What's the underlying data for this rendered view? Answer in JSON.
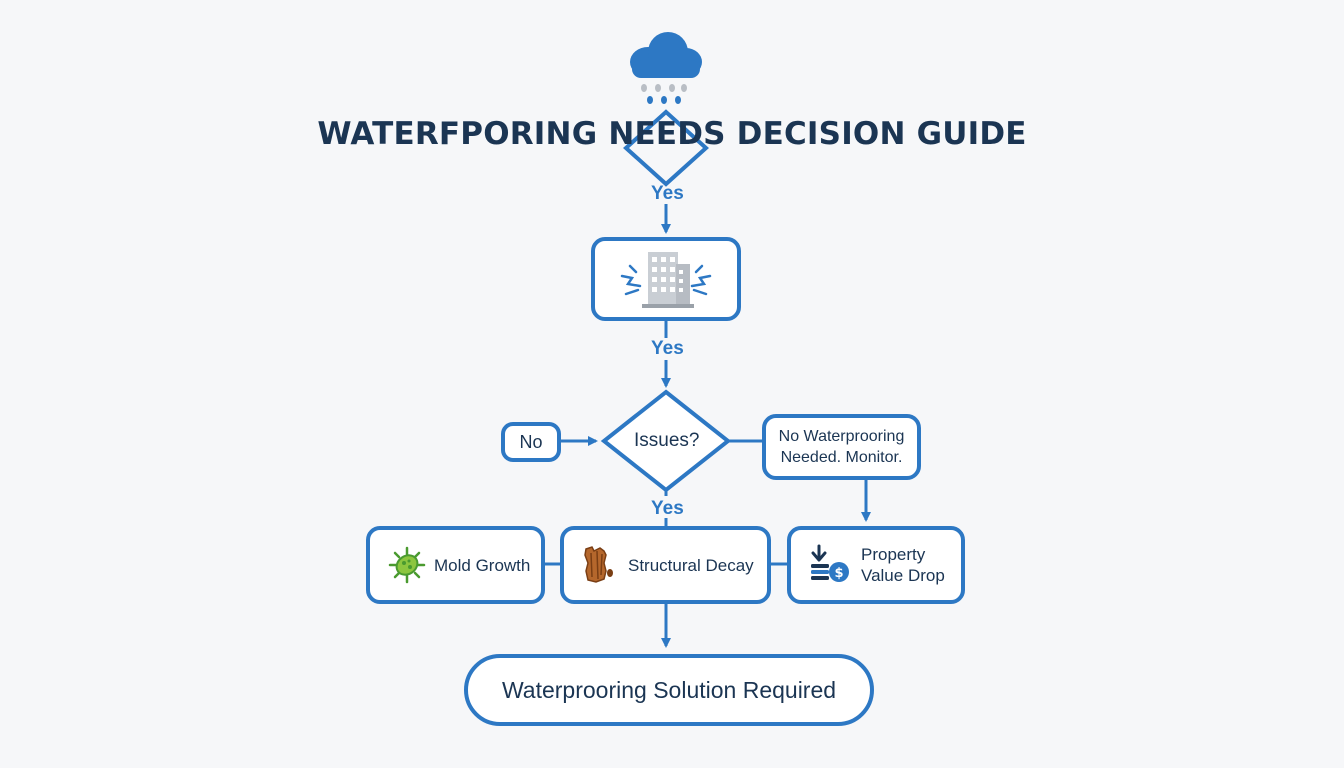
{
  "title": "WATERFPORING NEEDS DECISION GUIDE",
  "labels": {
    "yes_top": "Yes",
    "yes_middle": "Yes",
    "yes_bottom": "Yes"
  },
  "decision": {
    "issues": "Issues?"
  },
  "nodes": {
    "no": "No",
    "no_waterproofing_line1": "No Waterprooring",
    "no_waterproofing_line2": "Needed. Monitor.",
    "mold": "Mold Growth",
    "structural": "Structural Decay",
    "property_line1": "Property",
    "property_line2": "Value Drop",
    "solution": "Waterprooring Solution Required"
  },
  "icons": {
    "top": "rain-cloud-icon",
    "building": "cracked-building-icon",
    "mold": "mold-bacteria-icon",
    "structural": "rotting-wood-icon",
    "property": "money-down-icon"
  },
  "colors": {
    "accent": "#2d78c4",
    "text": "#1b3553",
    "background": "#f6f7f9"
  }
}
